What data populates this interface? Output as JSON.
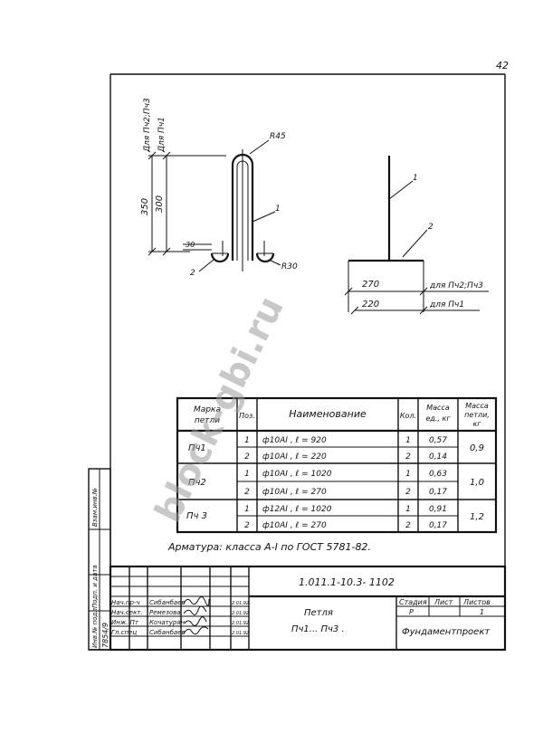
{
  "sheet": {
    "page_number": "42"
  },
  "drawing": {
    "label_top_a": "Для Пч2;Пч3",
    "label_top_b": "Для Пч1",
    "dim_350": "350",
    "dim_300": "300",
    "dim_30": "30",
    "radius_45": "R45",
    "radius_30": "R30",
    "pos_1": "1",
    "pos_2": "2",
    "side_pos_1": "1",
    "side_pos_2": "2",
    "dim_270": "270",
    "dim_220": "220",
    "note_270": "для Пч2;Пч3",
    "note_220": "для Пч1"
  },
  "spec_table": {
    "headers": {
      "mark": "Марка петли",
      "pos": "Поз.",
      "name": "Наименование",
      "qty": "Кол.",
      "mass_unit": "Масса ед., кг",
      "mass_loop": "Масса петли, кг"
    },
    "groups": [
      {
        "mark": "Пч1",
        "mass": "0,9",
        "rows": [
          {
            "pos": "1",
            "name": "ф10АI , ℓ = 920",
            "qty": "1",
            "mass_unit": "0,57"
          },
          {
            "pos": "2",
            "name": "ф10АI , ℓ = 220",
            "qty": "2",
            "mass_unit": "0,14"
          }
        ]
      },
      {
        "mark": "Пч2",
        "mass": "1,0",
        "rows": [
          {
            "pos": "1",
            "name": "ф10АI , ℓ = 1020",
            "qty": "1",
            "mass_unit": "0,63"
          },
          {
            "pos": "2",
            "name": "ф10АI , ℓ = 270",
            "qty": "2",
            "mass_unit": "0,17"
          }
        ]
      },
      {
        "mark": "Пч 3",
        "mass": "1,2",
        "rows": [
          {
            "pos": "1",
            "name": "ф12АI , ℓ = 1020",
            "qty": "1",
            "mass_unit": "0,91"
          },
          {
            "pos": "2",
            "name": "ф10АI , ℓ = 270",
            "qty": "2",
            "mass_unit": "0,17"
          }
        ]
      }
    ],
    "note": "Арматура: класса А-I по ГОСТ 5781-82."
  },
  "title_block": {
    "code": "1.011.1-10.3- 1102",
    "title_line1": "Петля",
    "title_line2": "Пч1... Пч3 .",
    "stage_label": "Стадия",
    "sheet_label": "Лист",
    "sheets_label": "Листов",
    "stage_value": "Р",
    "sheets_value": "1",
    "organization": "Фундаментпроект",
    "people": [
      {
        "role": "Нач.пр-ч",
        "name": "Сибанбаев",
        "date": "2.01.92"
      },
      {
        "role": "Нач.сект.",
        "name": "Ремезова",
        "date": "2.01.92"
      },
      {
        "role": "Инж. Пт",
        "name": "Кочатурян",
        "date": "2.01.92"
      },
      {
        "role": "Гл.спец",
        "name": "Сибанбаев",
        "date": "2.01.92"
      }
    ]
  },
  "side_stamp": {
    "inv_orig": "Инв.№ подл.",
    "inv_number": "7854/9",
    "sign_date": "Подп. и дата",
    "replace": "Взам.инв.№"
  },
  "watermark": {
    "text": "block-gbi.ru"
  }
}
